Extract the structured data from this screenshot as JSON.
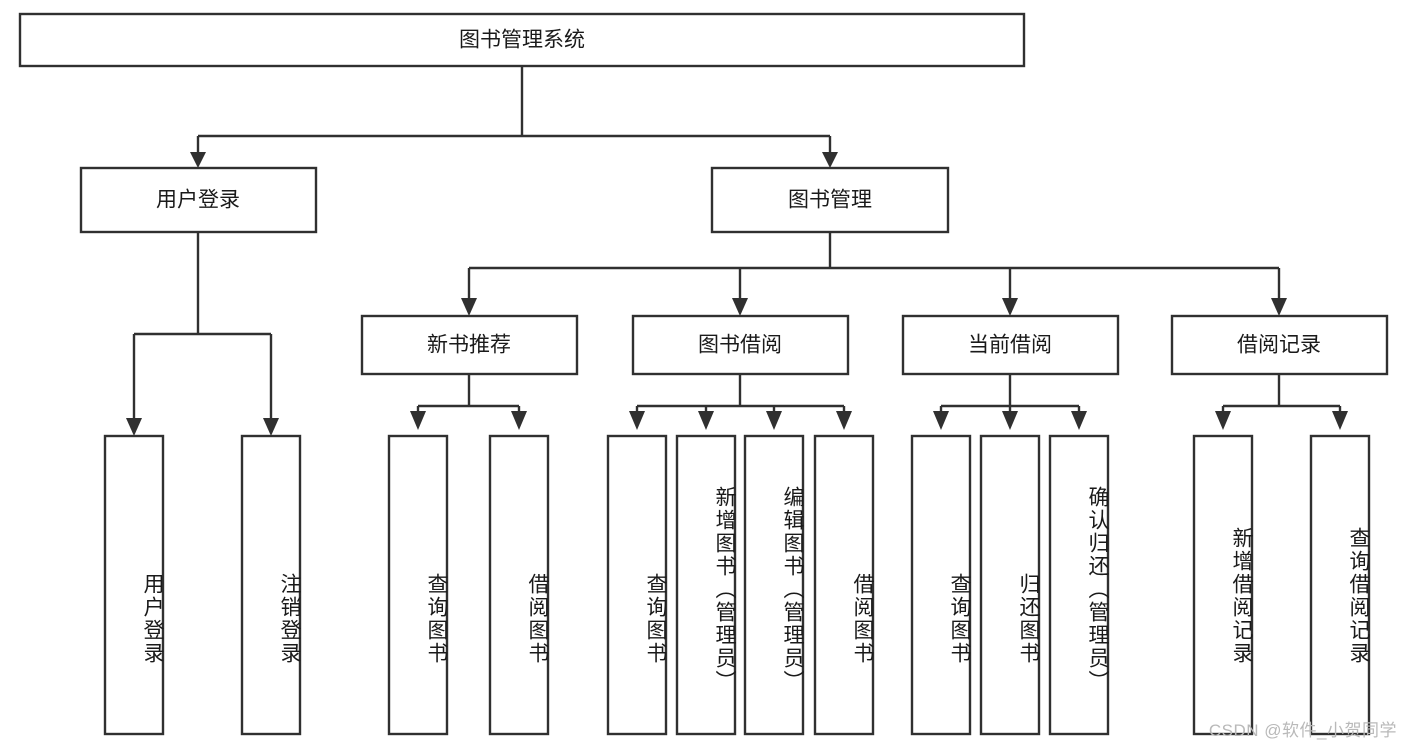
{
  "diagram": {
    "type": "tree",
    "title": "图书管理系统",
    "root": {
      "id": "root",
      "label": "图书管理系统"
    },
    "level2": [
      {
        "id": "user-login",
        "label": "用户登录"
      },
      {
        "id": "book-manage",
        "label": "图书管理"
      }
    ],
    "level3": [
      {
        "id": "new-book-recommend",
        "label": "新书推荐",
        "parent": "book-manage"
      },
      {
        "id": "book-borrow",
        "label": "图书借阅",
        "parent": "book-manage"
      },
      {
        "id": "current-borrow",
        "label": "当前借阅",
        "parent": "book-manage"
      },
      {
        "id": "borrow-record",
        "label": "借阅记录",
        "parent": "book-manage"
      }
    ],
    "leaves": [
      {
        "id": "leaf-user-login",
        "label": "用户登录",
        "parent": "user-login"
      },
      {
        "id": "leaf-user-logout",
        "label": "注销登录",
        "parent": "user-login"
      },
      {
        "id": "leaf-query-book-1",
        "label": "查询图书",
        "parent": "new-book-recommend"
      },
      {
        "id": "leaf-borrow-book-1",
        "label": "借阅图书",
        "parent": "new-book-recommend"
      },
      {
        "id": "leaf-query-book-2",
        "label": "查询图书",
        "parent": "book-borrow"
      },
      {
        "id": "leaf-add-book",
        "label": "新增图书（管理员）",
        "parent": "book-borrow"
      },
      {
        "id": "leaf-edit-book",
        "label": "编辑图书（管理员）",
        "parent": "book-borrow"
      },
      {
        "id": "leaf-borrow-book-2",
        "label": "借阅图书",
        "parent": "book-borrow"
      },
      {
        "id": "leaf-query-book-3",
        "label": "查询图书",
        "parent": "current-borrow"
      },
      {
        "id": "leaf-return-book",
        "label": "归还图书",
        "parent": "current-borrow"
      },
      {
        "id": "leaf-confirm-return",
        "label": "确认归还（管理员）",
        "parent": "current-borrow"
      },
      {
        "id": "leaf-add-record",
        "label": "新增借阅记录",
        "parent": "borrow-record"
      },
      {
        "id": "leaf-query-record",
        "label": "查询借阅记录",
        "parent": "borrow-record"
      }
    ],
    "colors": {
      "stroke": "#303030",
      "fill": "#ffffff",
      "text": "#1a1a1a",
      "watermark": "#b9b9b9"
    }
  },
  "watermark": {
    "text": "CSDN @软件_小贺同学"
  }
}
